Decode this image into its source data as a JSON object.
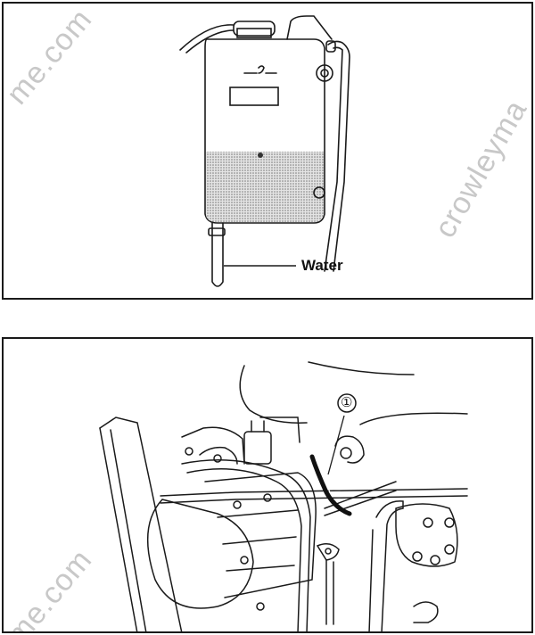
{
  "figures": [
    {
      "id": "reservoir-tank",
      "labels": {
        "water": "Water"
      },
      "watermarks": [
        "me.com",
        "crowleyma"
      ]
    },
    {
      "id": "engine-assembly",
      "labels": {
        "callout_1": "①"
      },
      "watermarks": [
        "me.com"
      ]
    }
  ],
  "colors": {
    "line": "#1a1a1a",
    "shading": "#9a9a9a",
    "watermark": "#c8c8c8"
  }
}
